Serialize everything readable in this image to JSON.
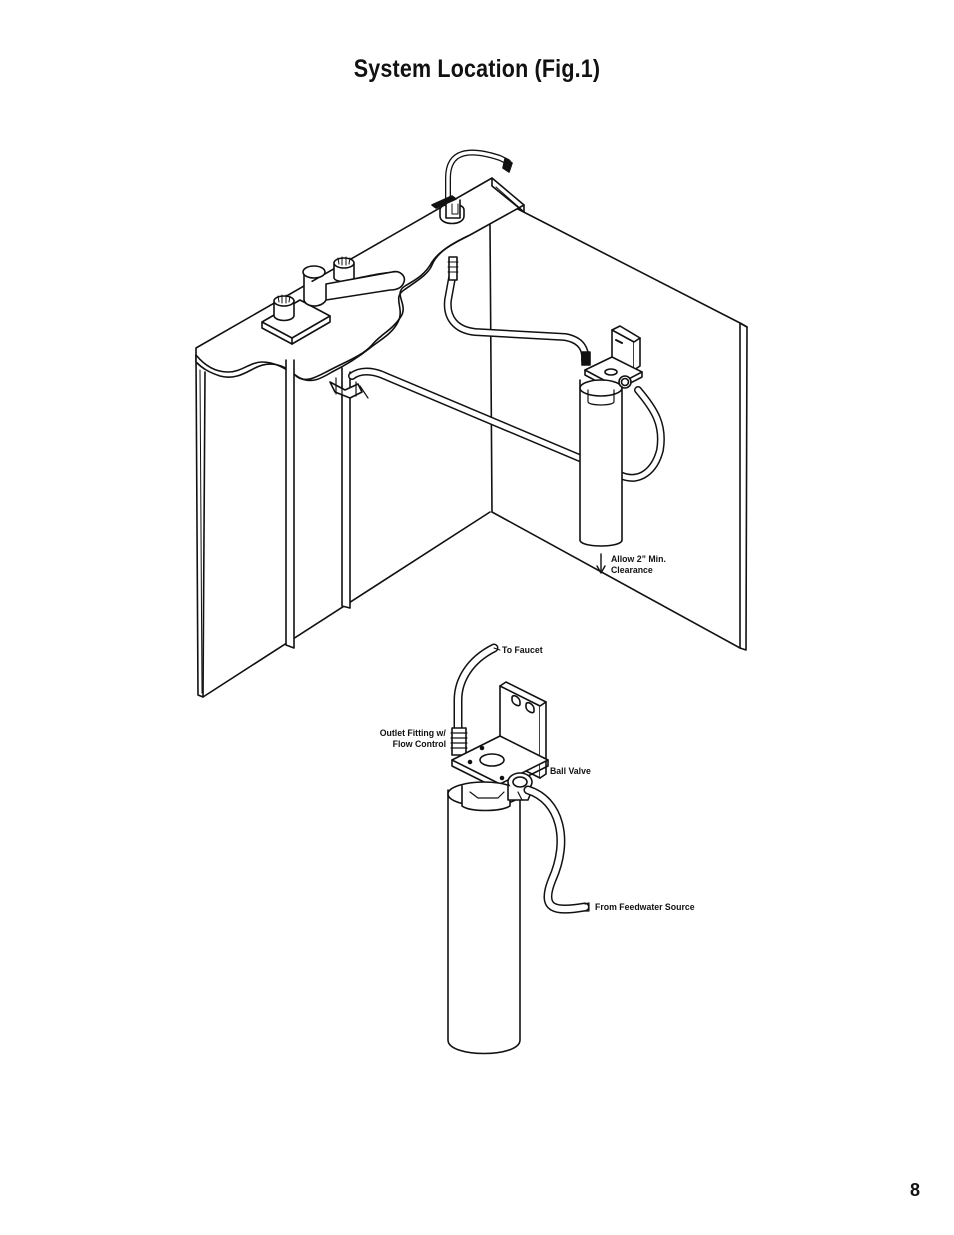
{
  "page": {
    "title": "System Location (Fig.1)",
    "page_number": "8"
  },
  "labels": {
    "clearance_line1": "Allow 2” Min.",
    "clearance_line2": "Clearance",
    "to_faucet": "To Faucet",
    "outlet_line1": "Outlet Fitting w/",
    "outlet_line2": "Flow Control",
    "ball_valve": "Ball Valve",
    "feedwater": "From Feedwater Source"
  }
}
